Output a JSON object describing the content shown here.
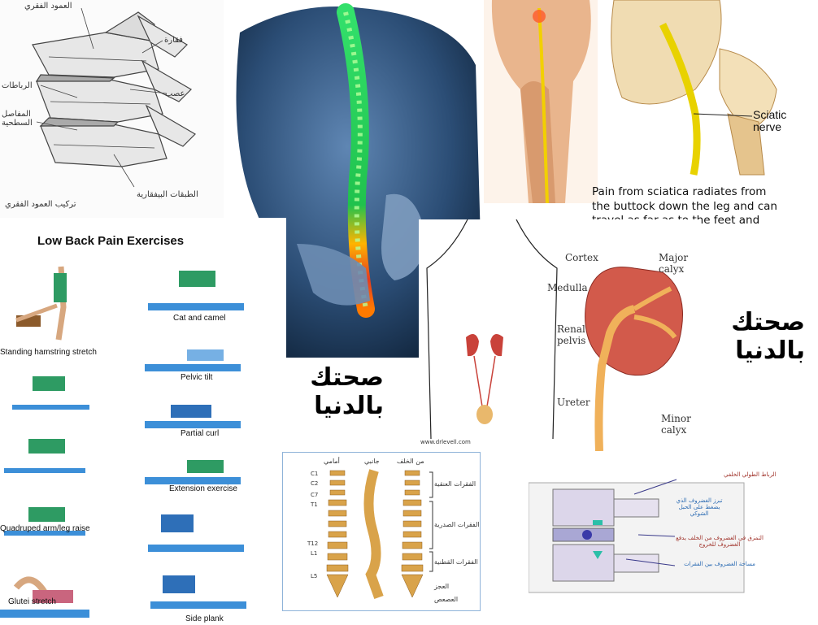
{
  "vertebra_sketch": {
    "labels": [
      "العمود الفقري",
      "فقارة",
      "عصب",
      "الرباطات",
      "المفاصل السطحية",
      "الطبقات البيفقارية",
      "تركيب العمود الفقري"
    ]
  },
  "sciatica": {
    "nerve_label": "Sciatic nerve",
    "caption": "Pain from sciatica radiates from the buttock down the leg and can travel as far as to the feet and toes"
  },
  "exercises": {
    "title": "Low Back Pain Exercises",
    "items": [
      "Standing hamstring stretch",
      "Cat and camel",
      "Pelvic tilt",
      "Partial curl",
      "Extension exercise",
      "Quadruped arm/leg raise",
      "Glutei stretch",
      "Side plank"
    ]
  },
  "kidney": {
    "labels": [
      "Cortex",
      "Major calyx",
      "Medulla",
      "Renal pelvis",
      "Ureter",
      "Minor calyx"
    ],
    "credit": "www.drlevell.com"
  },
  "brand": {
    "line1": "صحتك",
    "line2": "بالدنيا"
  },
  "spine_columns": {
    "labels": [
      "أمامي",
      "جانبي",
      "من الخلف",
      "الفقرات العنقية",
      "الفقرات الصدرية",
      "الفقرات القطنية",
      "العجز",
      "العصعص",
      "C1",
      "C2",
      "C7",
      "T1",
      "T12",
      "L1",
      "L5"
    ]
  },
  "disc": {
    "labels": [
      "الرباط الطولي الخلفي",
      "تبرز الغضروف الذي يضغط على الحبل الشوكي",
      "التمزق في الغضروف من الخلف يدفع الغضروف للخروج",
      "مساحة الغضروف بين الفقرات"
    ]
  },
  "colors": {
    "mat": "#3c8fd8",
    "shirt": "#2e9b63",
    "nerve": "#e8d200",
    "kidney": "#c9423a",
    "bone": "#d9a34a",
    "back_bg": "#1d3148"
  }
}
